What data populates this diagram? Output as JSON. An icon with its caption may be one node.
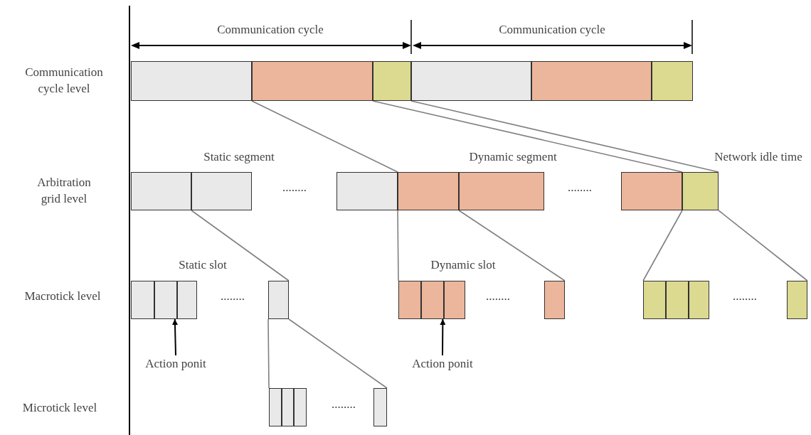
{
  "diagram": {
    "nodes": [
      {
        "text": [],
        "shape": "box"
      },
      {
        "text": [],
        "shape": "box"
      },
      {
        "text": [],
        "shape": "box"
      },
      {
        "text": [],
        "shape": "box"
      },
      {
        "text": [],
        "shape": "box"
      },
      {
        "text": [],
        "shape": "box"
      },
      {
        "text": [],
        "shape": "box"
      },
      {
        "text": [],
        "shape": "box"
      },
      {
        "text": [],
        "shape": "box"
      },
      {
        "text": [],
        "shape": "box"
      },
      {
        "text": [],
        "shape": "box"
      },
      {
        "text": [],
        "shape": "box"
      },
      {
        "text": [],
        "shape": "box"
      },
      {
        "text": [],
        "shape": "box"
      },
      {
        "text": [],
        "shape": "box"
      },
      {
        "text": [],
        "shape": "box"
      },
      {
        "text": [],
        "shape": "box"
      },
      {
        "text": [],
        "shape": "box"
      },
      {
        "text": [],
        "shape": "box"
      },
      {
        "text": [],
        "shape": "box"
      },
      {
        "text": [],
        "shape": "box"
      },
      {
        "text": [],
        "shape": "box"
      },
      {
        "text": [],
        "shape": "box"
      },
      {
        "text": [],
        "shape": "box"
      },
      {
        "text": [],
        "shape": "box"
      },
      {
        "text": [],
        "shape": "box"
      },
      {
        "text": [],
        "shape": "box"
      },
      {
        "text": [],
        "shape": "box"
      },
      {
        "text": [],
        "shape": "box"
      },
      {
        "text": [
          "Action ponit"
        ]
      },
      {
        "text": [
          "Action ponit"
        ]
      }
    ],
    "edges": [
      {
        "from": 1,
        "to": 9,
        "arrow": "none"
      },
      {
        "from": 2,
        "to": 12,
        "arrow": "none"
      },
      {
        "from": 2,
        "to": 12,
        "arrow": "none"
      },
      {
        "from": 6,
        "to": 16,
        "arrow": "none"
      },
      {
        "from": 9,
        "to": 17,
        "arrow": "none"
      },
      {
        "from": 9,
        "to": 20,
        "arrow": "none"
      },
      {
        "from": 12,
        "to": 21,
        "arrow": "none"
      },
      {
        "from": 12,
        "to": 24,
        "arrow": "none"
      },
      {
        "from": 16,
        "to": 25,
        "arrow": "none"
      },
      {
        "from": 16,
        "to": 28,
        "arrow": "none"
      },
      {
        "from": 29,
        "to": 14,
        "arrow": "to",
        "color": "#000000"
      },
      {
        "from": 30,
        "to": 18,
        "arrow": "to",
        "color": "#000000"
      }
    ],
    "labels": [
      "Communication cycle",
      "Communication cycle",
      "Communication cycle level",
      "Static segment",
      "Dynamic segment",
      "Network idle time",
      "Arbitration grid level",
      "........",
      "........",
      "Static slot",
      "Dynamic slot",
      "Macrotick level",
      "........",
      "........",
      "........",
      "Microtick level",
      "........"
    ]
  }
}
